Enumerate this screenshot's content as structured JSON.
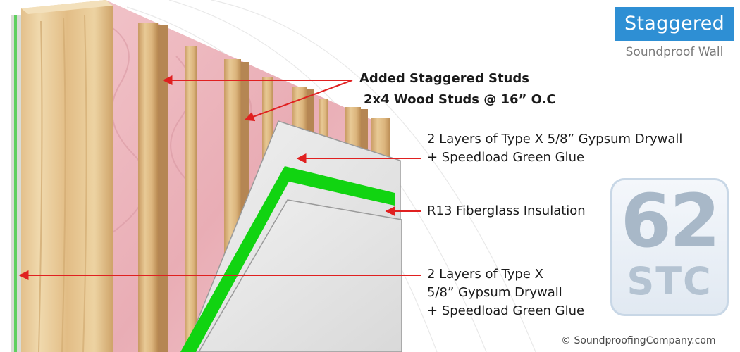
{
  "badge": {
    "title": "Staggered",
    "subtitle": "Soundproof Wall"
  },
  "labels": {
    "studs_line1": "Added Staggered Studs",
    "studs_line2": "2x4 Wood Studs @ 16” O.C",
    "drywall_top_line1": "2 Layers of Type X 5/8” Gypsum Drywall",
    "drywall_top_line2": "+ Speedload Green Glue",
    "insulation": "R13 Fiberglass Insulation",
    "drywall_bottom_line1": "2 Layers of Type X",
    "drywall_bottom_line2": "5/8” Gypsum Drywall",
    "drywall_bottom_line3": "+ Speedload Green Glue"
  },
  "rating": {
    "value": "62",
    "unit": "STC"
  },
  "copyright": "© SoundproofingCompany.com",
  "colors": {
    "badge": "#2e8fd4",
    "arrow": "#e02020",
    "glue": "#11d411",
    "insulation": "#eeb9c0",
    "stud": "#d7ae75",
    "drywall": "#e6e6e6"
  }
}
